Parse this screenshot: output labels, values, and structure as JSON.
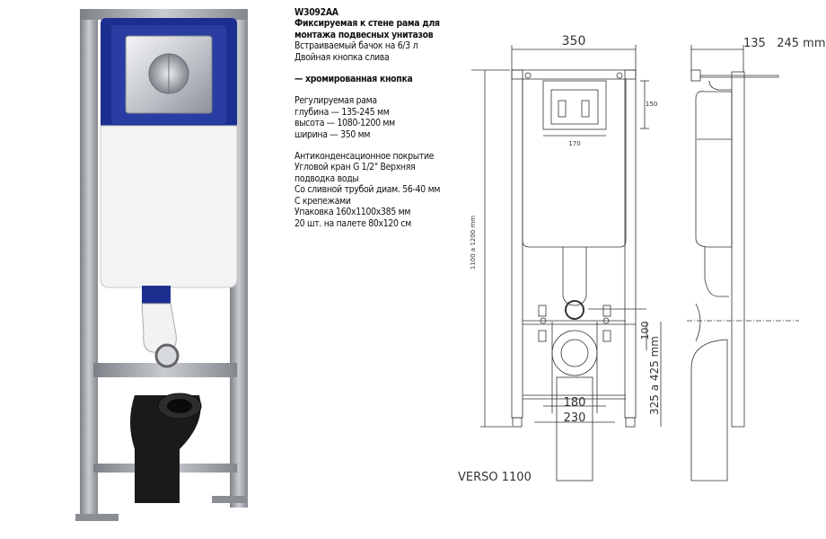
{
  "spec": {
    "model": "W3092AA",
    "title_lines": [
      "Фиксируемая к стене рама для",
      "монтажа подвесных унитазов"
    ],
    "cistern": "Встраиваемый бачок на 6/3 л",
    "button": "Двойная кнопка слива",
    "chrome_button": "— хромированная кнопка",
    "frame_heading": "Регулируемая рама",
    "depth": "глубина — 135-245 мм",
    "height": "высота — 1080-1200 мм",
    "width": "ширина — 350 мм",
    "features": [
      "Антиконденсационное покрытие",
      "Угловой кран G 1/2\" Верхняя",
      "подводка воды",
      "Со сливной трубой диам. 56-40 мм",
      "С крепежами",
      "Упаковка 160x1100x385 мм",
      "20 шт. на палете 80x120 см"
    ]
  },
  "drawing": {
    "width_dim": "350",
    "depth_dim": "135   245 mm",
    "panel_height_dim": "150",
    "panel_width_dim": "170",
    "height_dim": "1100 a 1200 mm",
    "outlet_dim": "100",
    "outlet_height_dim": "325 a 425 mm",
    "bolt_spacing_dim": "180",
    "foot_spacing_dim": "230",
    "model_label": "VERSO 1100"
  },
  "colors": {
    "frame": "#9a9ea4",
    "panel": "#1c2f8f",
    "tank": "#f2f2f2",
    "chrome": "#c8ccd2"
  }
}
